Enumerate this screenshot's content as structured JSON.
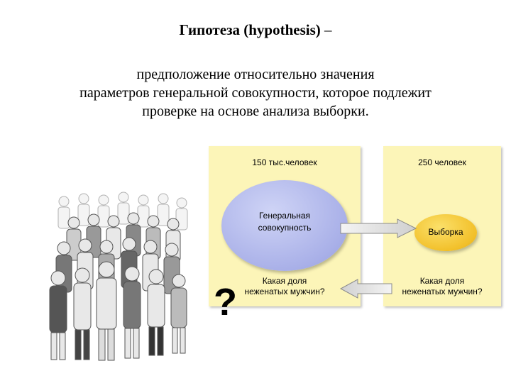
{
  "title": {
    "term": "Гипотеза (hypothesis)",
    "dash": "–"
  },
  "definition": {
    "line1": "предположение относительно значения",
    "line2": "параметров генеральной совокупности, которое подлежит",
    "line3": "проверке на основе анализа выборки."
  },
  "diagram": {
    "population": {
      "count_label": "150 тыс.человек",
      "ellipse_line1": "Генеральная",
      "ellipse_line2": "совокупность",
      "question_line1": "Какая доля",
      "question_line2": "неженатых мужчин?"
    },
    "sample": {
      "count_label": "250 человек",
      "ellipse_label": "Выборка",
      "question_line1": "Какая доля",
      "question_line2": "неженатых мужчин?"
    },
    "question_mark": "?",
    "colors": {
      "panel_bg": "#fcf5b8",
      "population_ellipse": "#aab1e9",
      "sample_ellipse": "#f2c02a"
    }
  },
  "illustration": {
    "icon": "crowd-of-people-icon"
  }
}
